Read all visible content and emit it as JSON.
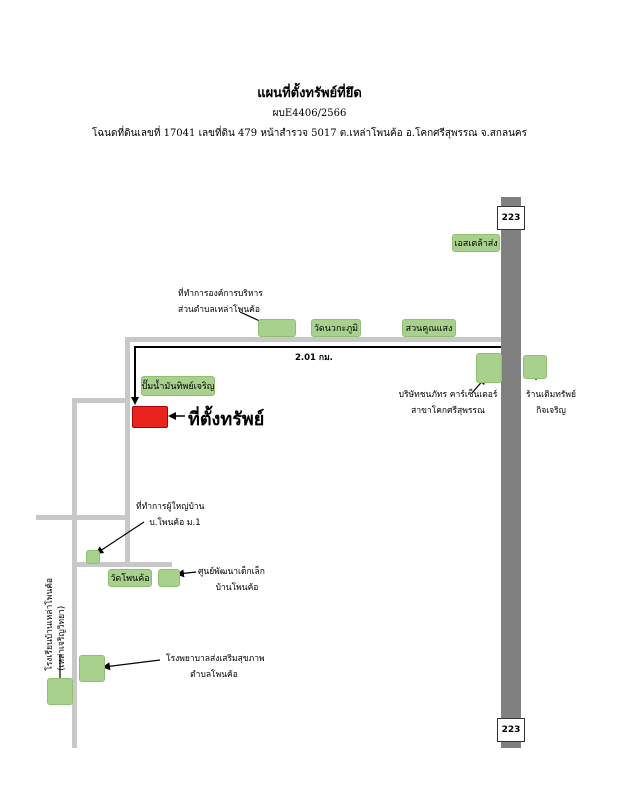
{
  "header": {
    "title": "แผนที่ตั้งทรัพย์ที่ยึด",
    "code": "ผบE4406/2566",
    "deed": "โฉนดที่ดินเลขที่ 17041 เลขที่ดิน 479 หน้าสำรวจ 5017 ต.เหล่าโพนค้อ อ.โคกศรีสุพรรณ จ.สกลนคร"
  },
  "highway": {
    "top_sign": "223",
    "bottom_sign": "223"
  },
  "route": {
    "distance": "2.01 กม."
  },
  "property": {
    "label": "ที่ตั้งทรัพย์"
  },
  "landmarks": {
    "esso": "เอสเตล้าส่ง",
    "sao_office": [
      "ที่ทำการองค์การบริหาร",
      "ส่วนตำบลเหล่าโพนค้อ"
    ],
    "wat_wana": "วัดนวกะภูมิ",
    "park": "สวนคูณแสง",
    "gas_station": "ปั๊มน้ำมันทิพย์เจริญ",
    "company": [
      "บริษัทชนภัทร คาร์เซ็นเตอร์",
      "สาขาโคกศรีสุพรรณ"
    ],
    "shop": [
      "ร้านเติมทรัพย์",
      "กิจเจริญ"
    ],
    "village_head": [
      "ที่ทำการผู้ใหญ่บ้าน",
      "บ.โพนค้อ ม.1"
    ],
    "wat_phon": "วัดโพนค้อ",
    "child_center": [
      "ศูนย์พัฒนาเด็กเล็ก",
      "บ้านโพนค้อ"
    ],
    "hospital": [
      "โรงพยาบาลส่งเสริมสุขภาพ",
      "ตำบลโพนค้อ"
    ],
    "school": [
      "โรงเรียนบ้านเหล่าโพนค้อ",
      "(เหล่าเจริญวิทยา)"
    ]
  },
  "colors": {
    "landmark_fill": "#a9d18e",
    "property_fill": "#e8221c",
    "minor_road": "#c8c8c8",
    "highway": "#808080"
  }
}
